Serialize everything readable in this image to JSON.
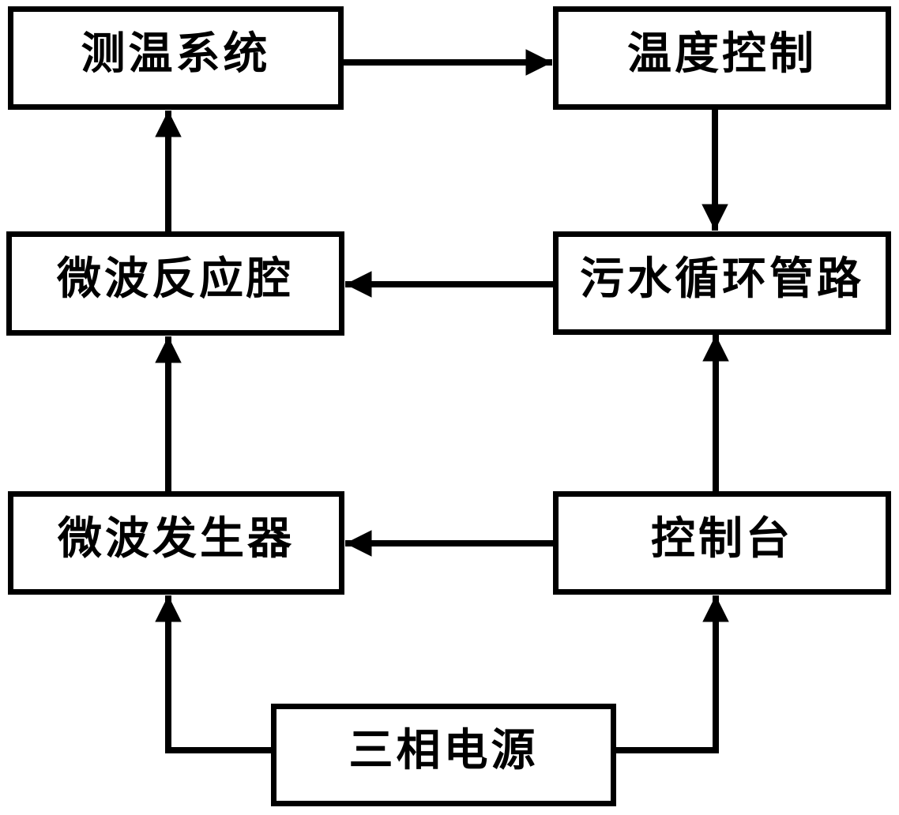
{
  "diagram": {
    "type": "block-flow-diagram",
    "background_color": "#ffffff",
    "line_color": "#000000",
    "box_border_color": "#000000",
    "text_color": "#000000",
    "nodes": [
      {
        "id": "temp-measurement",
        "label": "测温系统"
      },
      {
        "id": "temp-control",
        "label": "温度控制"
      },
      {
        "id": "microwave-chamber",
        "label": "微波反应腔"
      },
      {
        "id": "sewage-loop",
        "label": "污水循环管路"
      },
      {
        "id": "microwave-generator",
        "label": "微波发生器"
      },
      {
        "id": "console",
        "label": "控制台"
      },
      {
        "id": "three-phase-power",
        "label": "三相电源"
      }
    ],
    "edges": [
      {
        "from": "temp-measurement",
        "from_label": "测温系统",
        "to": "temp-control",
        "to_label": "温度控制"
      },
      {
        "from": "temp-control",
        "from_label": "温度控制",
        "to": "sewage-loop",
        "to_label": "污水循环管路"
      },
      {
        "from": "sewage-loop",
        "from_label": "污水循环管路",
        "to": "microwave-chamber",
        "to_label": "微波反应腔"
      },
      {
        "from": "microwave-chamber",
        "from_label": "微波反应腔",
        "to": "temp-measurement",
        "to_label": "测温系统"
      },
      {
        "from": "microwave-generator",
        "from_label": "微波发生器",
        "to": "microwave-chamber",
        "to_label": "微波反应腔"
      },
      {
        "from": "console",
        "from_label": "控制台",
        "to": "microwave-generator",
        "to_label": "微波发生器"
      },
      {
        "from": "console",
        "from_label": "控制台",
        "to": "sewage-loop",
        "to_label": "污水循环管路"
      },
      {
        "from": "three-phase-power",
        "from_label": "三相电源",
        "to": "microwave-generator",
        "to_label": "微波发生器"
      },
      {
        "from": "three-phase-power",
        "from_label": "三相电源",
        "to": "console",
        "to_label": "控制台"
      }
    ]
  }
}
